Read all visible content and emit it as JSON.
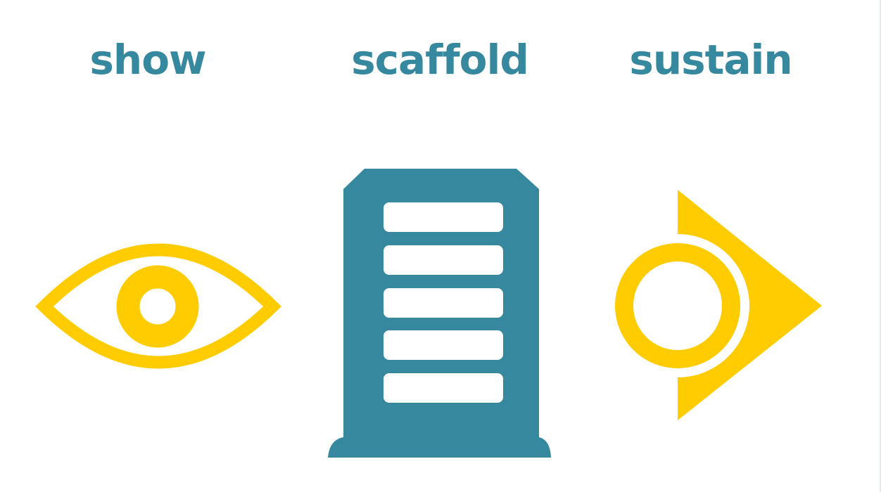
{
  "labels": {
    "show": "show",
    "scaffold": "scaffold",
    "sustain": "sustain"
  },
  "colors": {
    "label_text": "#36889f",
    "accent_yellow": "#fecc00",
    "scaffold_fill": "#36889f",
    "background": "#ffffff"
  },
  "icons": {
    "show": "eye-icon",
    "scaffold": "scaffold-tower-icon",
    "sustain": "circle-with-forward-arrow-icon"
  }
}
